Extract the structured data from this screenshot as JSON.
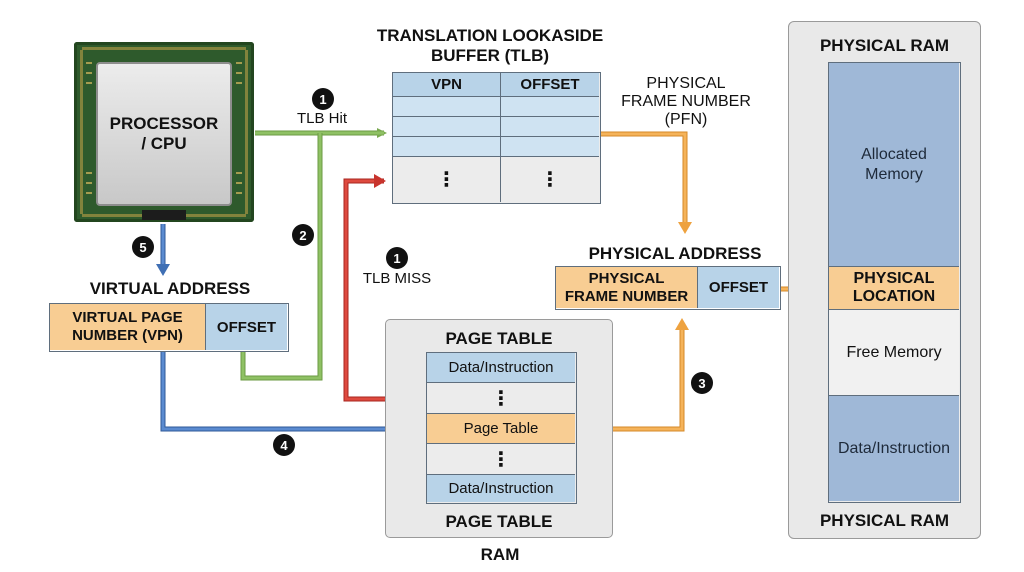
{
  "processor": {
    "label_line1": "PROCESSOR",
    "label_line2": "/ CPU"
  },
  "tlb": {
    "title_line1": "TRANSLATION LOOKASIDE",
    "title_line2": "BUFFER (TLB)",
    "col_vpn": "VPN",
    "col_offset": "OFFSET",
    "ellipsis": "⋮"
  },
  "tlb_hit": {
    "badge": "1",
    "label": "TLB Hit"
  },
  "tlb_miss": {
    "badge": "1",
    "label": "TLB MISS"
  },
  "pfn_label": {
    "line1": "PHYSICAL",
    "line2": "FRAME NUMBER",
    "line3": "(PFN)"
  },
  "virtual_address": {
    "title": "VIRTUAL ADDRESS",
    "vpn_line1": "VIRTUAL PAGE",
    "vpn_line2": "NUMBER (VPN)",
    "offset": "OFFSET"
  },
  "physical_address": {
    "title": "PHYSICAL ADDRESS",
    "pfn_line1": "PHYSICAL",
    "pfn_line2": "FRAME NUMBER",
    "offset": "OFFSET"
  },
  "page_table": {
    "title_top": "PAGE TABLE",
    "title_bottom": "PAGE TABLE",
    "rows": [
      "Data/Instruction",
      "⋮",
      "Page Table",
      "⋮",
      "Data/Instruction"
    ],
    "ram_label": "RAM"
  },
  "physical_ram": {
    "title_top": "PHYSICAL RAM",
    "title_bottom": "PHYSICAL RAM",
    "allocated_line1": "Allocated",
    "allocated_line2": "Memory",
    "location_line1": "PHYSICAL",
    "location_line2": "LOCATION",
    "free": "Free Memory",
    "data": "Data/Instruction"
  },
  "steps": {
    "step2": "2",
    "step3": "3",
    "step4": "4",
    "step5": "5"
  },
  "colors": {
    "blue_cell": "#b8d3e8",
    "orange_cell": "#f8cd93",
    "gray_panel": "#e9e9e9",
    "ram_blue": "#9fb8d7",
    "green_wire": "#79a94f",
    "red_wire": "#c8342d",
    "orange_wire": "#eea23f",
    "blue_wire": "#3f6fb4"
  }
}
